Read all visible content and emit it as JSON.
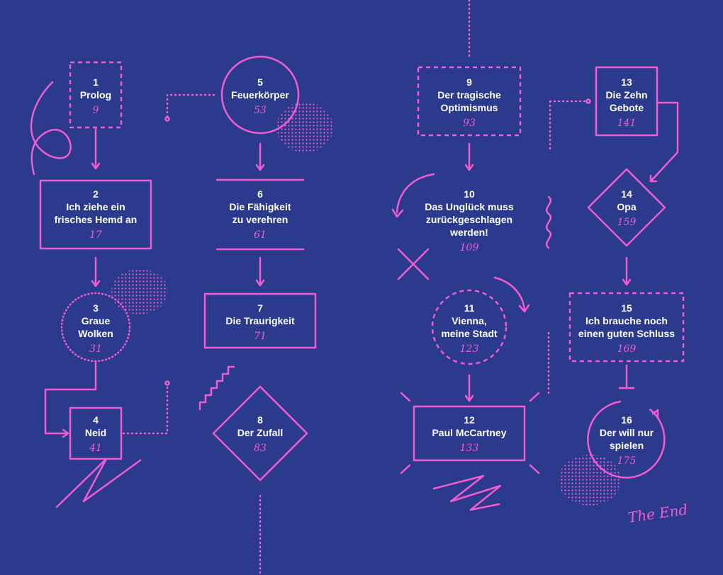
{
  "colors": {
    "background": "#2b3a8c",
    "accent": "#f25cd0",
    "text": "#ffffff"
  },
  "chapters": [
    {
      "number": "1",
      "title": [
        "Prolog"
      ],
      "page": "9"
    },
    {
      "number": "2",
      "title": [
        "Ich ziehe ein",
        "frisches Hemd an"
      ],
      "page": "17"
    },
    {
      "number": "3",
      "title": [
        "Graue",
        "Wolken"
      ],
      "page": "31"
    },
    {
      "number": "4",
      "title": [
        "Neid"
      ],
      "page": "41"
    },
    {
      "number": "5",
      "title": [
        "Feuerkörper"
      ],
      "page": "53"
    },
    {
      "number": "6",
      "title": [
        "Die Fähigkeit",
        "zu verehren"
      ],
      "page": "61"
    },
    {
      "number": "7",
      "title": [
        "Die Traurigkeit"
      ],
      "page": "71"
    },
    {
      "number": "8",
      "title": [
        "Der Zufall"
      ],
      "page": "83"
    },
    {
      "number": "9",
      "title": [
        "Der tragische",
        "Optimismus"
      ],
      "page": "93"
    },
    {
      "number": "10",
      "title": [
        "Das Unglück muss",
        "zurückgeschlagen",
        "werden!"
      ],
      "page": "109"
    },
    {
      "number": "11",
      "title": [
        "Vienna,",
        "meine Stadt"
      ],
      "page": "123"
    },
    {
      "number": "12",
      "title": [
        "Paul McCartney"
      ],
      "page": "133"
    },
    {
      "number": "13",
      "title": [
        "Die Zehn",
        "Gebote"
      ],
      "page": "141"
    },
    {
      "number": "14",
      "title": [
        "Opa"
      ],
      "page": "159"
    },
    {
      "number": "15",
      "title": [
        "Ich brauche noch",
        "einen guten Schluss"
      ],
      "page": "169"
    },
    {
      "number": "16",
      "title": [
        "Der will nur",
        "spielen"
      ],
      "page": "175"
    }
  ],
  "ending": "The End"
}
